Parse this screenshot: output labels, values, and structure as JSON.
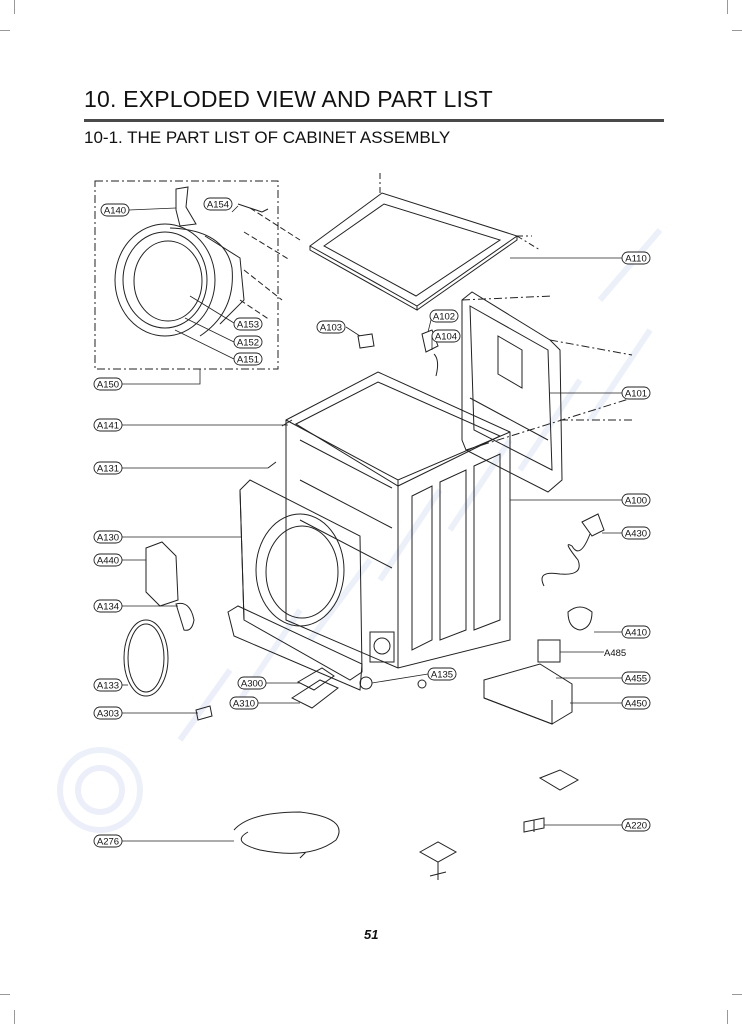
{
  "document": {
    "heading": "10. EXPLODED VIEW AND PART LIST",
    "subheading": "10-1. THE PART LIST OF CABINET ASSEMBLY",
    "page_number": "51"
  },
  "callouts": {
    "A140": "A140",
    "A154": "A154",
    "A153": "A153",
    "A152": "A152",
    "A151": "A151",
    "A150": "A150",
    "A110": "A110",
    "A102": "A102",
    "A103": "A103",
    "A104": "A104",
    "A101": "A101",
    "A141": "A141",
    "A131": "A131",
    "A100": "A100",
    "A130": "A130",
    "A430": "A430",
    "A440": "A440",
    "A134": "A134",
    "A410": "A410",
    "A485": "A485",
    "A133": "A133",
    "A300": "A300",
    "A135": "A135",
    "A455": "A455",
    "A310": "A310",
    "A450": "A450",
    "A303": "A303",
    "A220": "A220",
    "A276": "A276"
  },
  "colors": {
    "line": "#222222",
    "rule": "#4a4a4a",
    "watermark": "#c9d4ee"
  }
}
